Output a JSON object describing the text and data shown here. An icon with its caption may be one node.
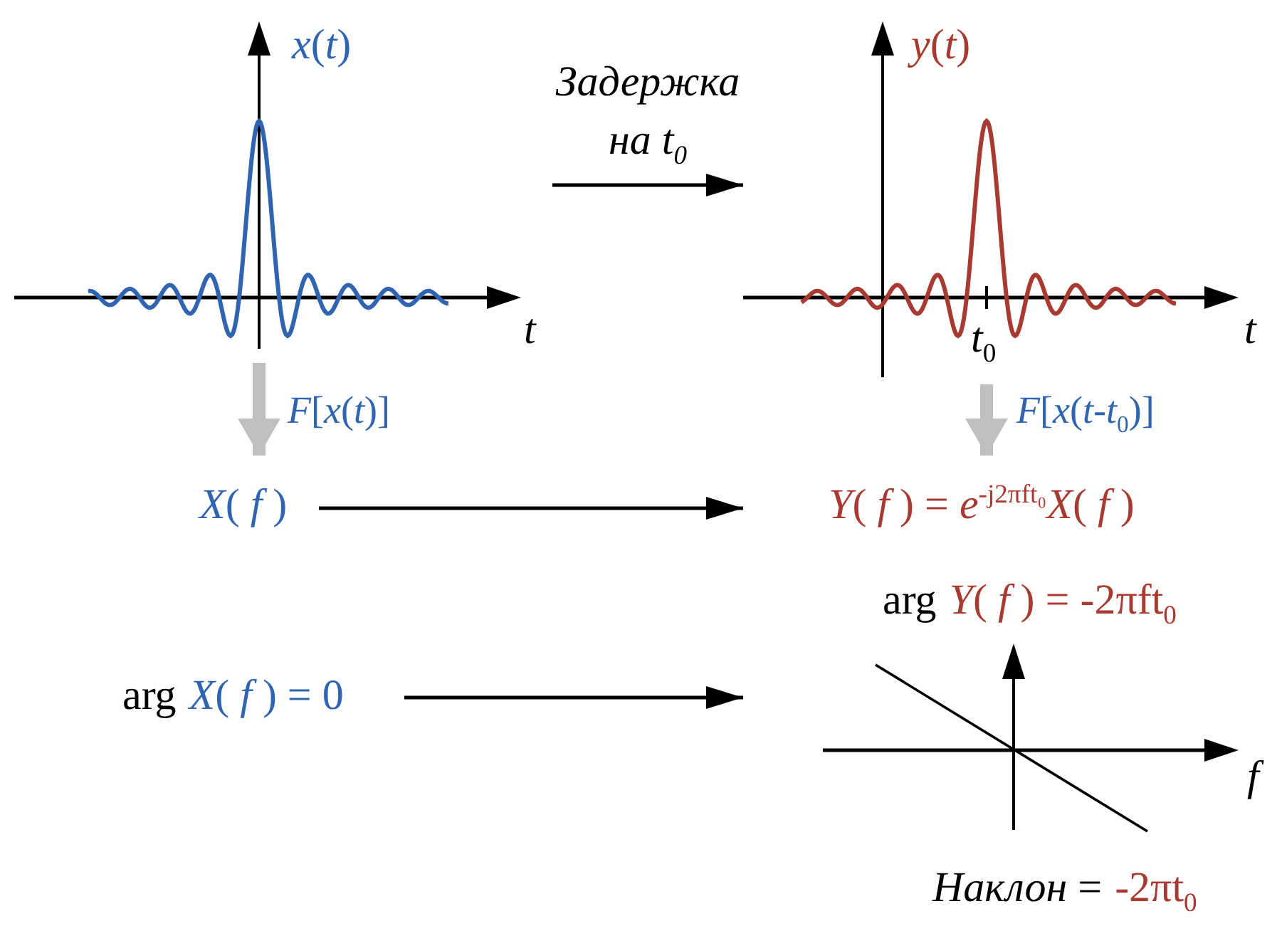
{
  "diagram": {
    "nodes": [
      {
        "text": [
          "*x*(*t*)",
          "*t*"
        ]
      },
      {
        "text": [
          "*y*(*t*)",
          "*t*$_{0}$",
          "*t*"
        ]
      },
      {
        "text": [
          "*X*( *f* )"
        ]
      },
      {
        "text": [
          "*Y*( *f* ) = *e*$^{-j2πft₀}$*X*( *f* )"
        ]
      },
      {
        "text": [
          "arg",
          "*X*( *f* ) = 0"
        ]
      },
      {
        "text": [
          "arg",
          "*Y*( *f* ) = -2πft$_{0}$",
          "*f*",
          "*Наклон* =",
          "-2πt$_{0}$"
        ]
      }
    ],
    "edges": [
      {
        "from": 0,
        "to": 1,
        "arrow": "to",
        "label": "Задержка на t$_{0}$"
      },
      {
        "from": 0,
        "to": 2,
        "arrow": "to",
        "label": "*F*[*x*(*t*)]",
        "style": "thick",
        "color": "#bfbfbf"
      },
      {
        "from": 1,
        "to": 3,
        "arrow": "to",
        "label": "*F*[*x*(*t*-*t*$_{0}$)]",
        "style": "thick",
        "color": "#bfbfbf"
      },
      {
        "from": 2,
        "to": 3,
        "arrow": "to"
      },
      {
        "from": 4,
        "to": 5,
        "arrow": "to"
      }
    ]
  }
}
